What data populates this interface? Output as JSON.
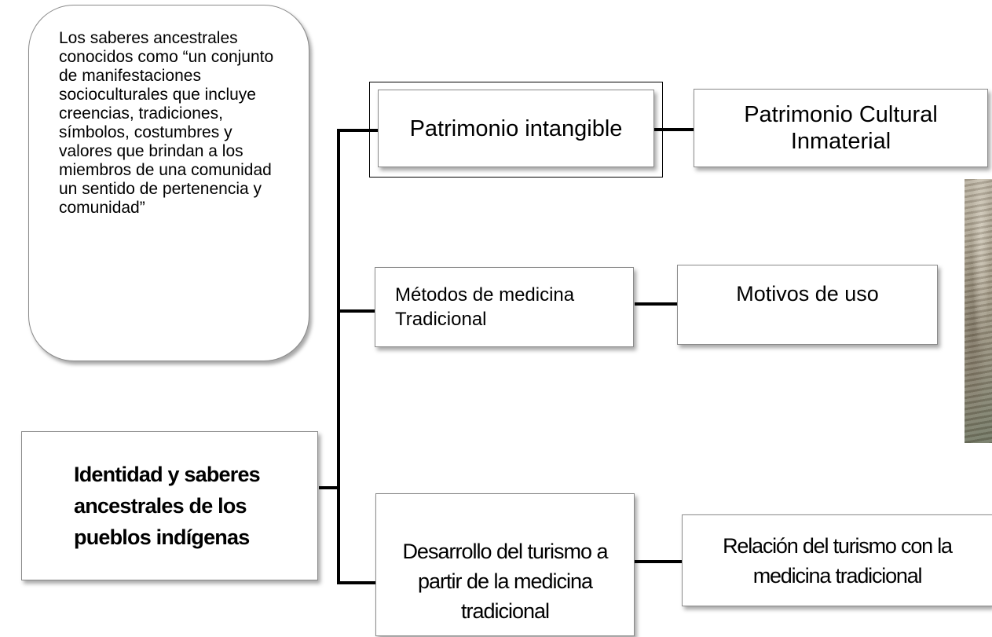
{
  "quote": {
    "text": "Los saberes ancestrales conocidos como “un conjunto de manifestaciones socioculturales que incluye creencias, tradiciones, símbolos, costumbres y valores que brindan a los miembros de una comunidad un sentido de pertenencia y comunidad”"
  },
  "root": {
    "label": "Identidad y saberes ancestrales de los pueblos indígenas"
  },
  "branches": [
    {
      "label": "Patrimonio intangible",
      "child": "Patrimonio Cultural Inmaterial"
    },
    {
      "label": "Métodos de medicina Tradicional",
      "child": "Motivos de uso"
    },
    {
      "label": "Desarrollo del turismo a partir de la medicina tradicional",
      "child": "Relación del turismo con la medicina tradicional"
    }
  ]
}
